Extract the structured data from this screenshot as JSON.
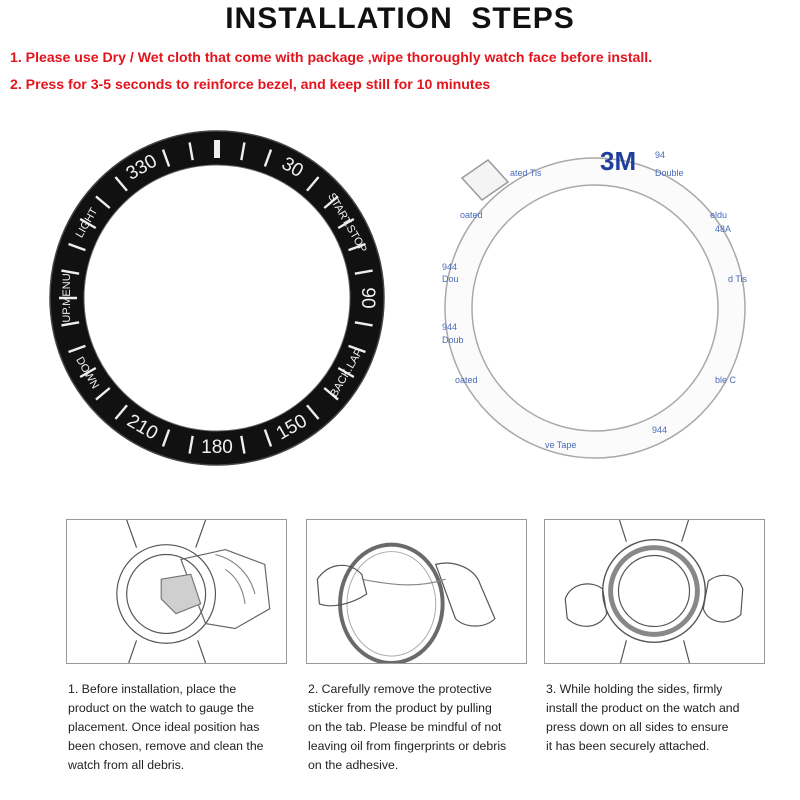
{
  "title": "INSTALLATION  STEPS",
  "instructions": [
    {
      "text": "1. Please use Dry / Wet cloth that come with package ,wipe thoroughly watch face before install.",
      "color": "#e3141c"
    },
    {
      "text": "2. Press for 3-5 seconds to reinforce bezel, and keep still for 10 minutes",
      "color": "#e3141c"
    }
  ],
  "bezel": {
    "numbers": [
      "330",
      "30",
      "90",
      "150",
      "180",
      "210"
    ],
    "words": [
      "LIGHT",
      "START.STOP",
      "UP.MENU",
      "DOWN",
      "BACK.LAP"
    ],
    "ring_color": "#111111",
    "marking_color": "#f2f2f2"
  },
  "tape": {
    "brand": "3M",
    "fragments": [
      "94",
      "ated Tis",
      "Double",
      "oated",
      "eldu",
      "48A",
      "944",
      "Dou",
      "d Tis",
      "944",
      "Doub",
      "oated",
      "ble C",
      "944",
      "ve Tape"
    ]
  },
  "steps": [
    {
      "lines": [
        "1. Before installation, place the",
        "product on the watch to gauge the",
        "placement. Once ideal position has",
        "been chosen, remove and clean the",
        "watch from all debris."
      ]
    },
    {
      "lines": [
        "2. Carefully remove the protective",
        "sticker from the product by pulling",
        "on the tab. Please be mindful of not",
        "leaving oil from fingerprints or debris",
        "on the adhesive."
      ]
    },
    {
      "lines": [
        "3. While holding the sides, firmly",
        "install the product on the watch and",
        "press down on all sides to ensure",
        "it has been securely attached."
      ]
    }
  ]
}
